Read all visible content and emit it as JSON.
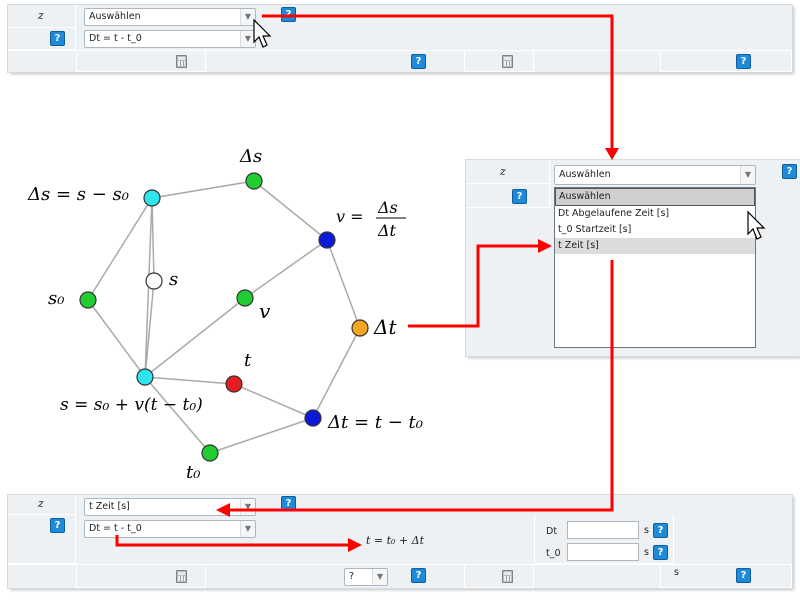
{
  "colors": {
    "cyan": "#2fe4ec",
    "green": "#22cc33",
    "blue": "#0c1ad8",
    "orange": "#f5a623",
    "red": "#e51c23",
    "white": "#ffffff",
    "edge": "#aaaaaa",
    "arrow": "#ff0000"
  },
  "top_panel": {
    "var": "z",
    "select_value": "Auswählen",
    "formula_value": "Dt = t - t_0",
    "help": "?"
  },
  "dropdown_panel": {
    "var": "z",
    "select_value": "Auswählen",
    "help": "?",
    "options": [
      "Auswählen",
      "Dt Abgelaufene Zeit [s]",
      "t_0 Startzeit [s]",
      "t Zeit [s]"
    ]
  },
  "bottom_panel": {
    "var": "z",
    "select_value": "t Zeit [s]",
    "formula_value": "Dt = t - t_0",
    "mini_select": "?",
    "help": "?",
    "result_label": "t = t₀ + Δt",
    "inputs": [
      {
        "label": "Dt",
        "unit": "s",
        "value": ""
      },
      {
        "label": "t_0",
        "unit": "s",
        "value": ""
      }
    ],
    "unit_s": "s"
  },
  "graph": {
    "nodes": [
      {
        "id": "s_eq",
        "label": "Δs = s − s₀",
        "color": "cyan"
      },
      {
        "id": "ds",
        "label": "Δs",
        "color": "green"
      },
      {
        "id": "v_eq",
        "label": "v = Δs / Δt",
        "color": "blue"
      },
      {
        "id": "s",
        "label": "s",
        "color": "white"
      },
      {
        "id": "s0",
        "label": "s₀",
        "color": "green"
      },
      {
        "id": "v",
        "label": "v",
        "color": "green"
      },
      {
        "id": "dt",
        "label": "Δt",
        "color": "orange"
      },
      {
        "id": "t",
        "label": "t",
        "color": "red"
      },
      {
        "id": "s_main",
        "label": "s = s₀ + v(t − t₀)",
        "color": "cyan"
      },
      {
        "id": "dt_eq",
        "label": "Δt = t − t₀",
        "color": "blue"
      },
      {
        "id": "t0",
        "label": "t₀",
        "color": "green"
      }
    ],
    "edges": [
      [
        "s_eq",
        "ds"
      ],
      [
        "ds",
        "v_eq"
      ],
      [
        "v_eq",
        "dt"
      ],
      [
        "s_eq",
        "s"
      ],
      [
        "s_eq",
        "s0"
      ],
      [
        "s0",
        "s_main"
      ],
      [
        "s",
        "s_main"
      ],
      [
        "v_eq",
        "v"
      ],
      [
        "v",
        "s_main"
      ],
      [
        "s_main",
        "t"
      ],
      [
        "t",
        "dt_eq"
      ],
      [
        "dt",
        "dt_eq"
      ],
      [
        "s_main",
        "t0"
      ],
      [
        "t0",
        "dt_eq"
      ],
      [
        "s_eq",
        "s_main"
      ]
    ]
  }
}
